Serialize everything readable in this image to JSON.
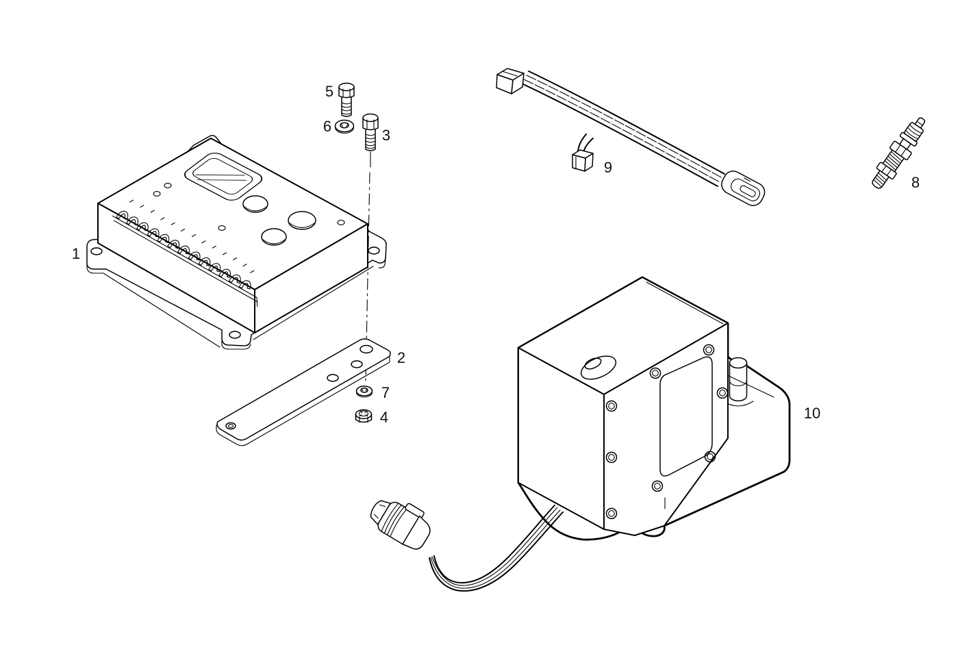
{
  "page": {
    "background": "#ffffff",
    "line_color": "#000000",
    "label_color": "#111111"
  },
  "callouts": [
    {
      "label": "1"
    },
    {
      "label": "2"
    },
    {
      "label": "3"
    },
    {
      "label": "4"
    },
    {
      "label": "5"
    },
    {
      "label": "6"
    },
    {
      "label": "7"
    },
    {
      "label": "8"
    },
    {
      "label": "9"
    },
    {
      "label": "10"
    }
  ],
  "parts": [
    {
      "number": "1",
      "name": "electronic-control-unit"
    },
    {
      "number": "2",
      "name": "mounting-bracket"
    },
    {
      "number": "3",
      "name": "hex-bolt"
    },
    {
      "number": "4",
      "name": "hex-nut"
    },
    {
      "number": "5",
      "name": "hex-bolt"
    },
    {
      "number": "6",
      "name": "washer"
    },
    {
      "number": "7",
      "name": "washer"
    },
    {
      "number": "8",
      "name": "sensor"
    },
    {
      "number": "9",
      "name": "wiring-harness"
    },
    {
      "number": "10",
      "name": "actuator-unit"
    }
  ]
}
